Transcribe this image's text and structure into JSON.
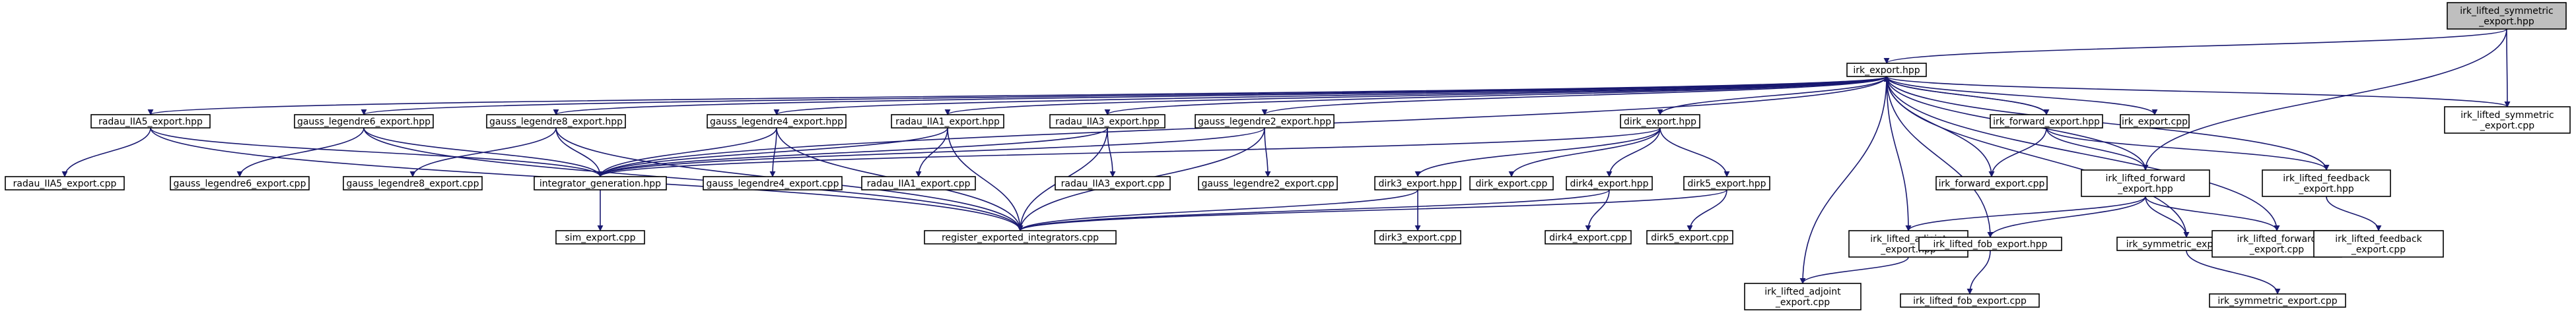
{
  "graph": {
    "nodes": [
      {
        "id": "root",
        "lines": [
          "irk_lifted_symmetric",
          "_export.hpp"
        ],
        "root": true
      },
      {
        "id": "irk_export_hpp",
        "lines": [
          "irk_export.hpp"
        ]
      },
      {
        "id": "irk_lifted_symmetric_export_cpp",
        "lines": [
          "irk_lifted_symmetric",
          "_export.cpp"
        ]
      },
      {
        "id": "irk_lifted_forward_export_hpp",
        "lines": [
          "irk_lifted_forward",
          "_export.hpp"
        ]
      },
      {
        "id": "radau_IIA5_export_hpp",
        "lines": [
          "radau_IIA5_export.hpp"
        ]
      },
      {
        "id": "gauss_legendre6_export_hpp",
        "lines": [
          "gauss_legendre6_export.hpp"
        ]
      },
      {
        "id": "gauss_legendre8_export_hpp",
        "lines": [
          "gauss_legendre8_export.hpp"
        ]
      },
      {
        "id": "gauss_legendre4_export_hpp",
        "lines": [
          "gauss_legendre4_export.hpp"
        ]
      },
      {
        "id": "radau_IIA1_export_hpp",
        "lines": [
          "radau_IIA1_export.hpp"
        ]
      },
      {
        "id": "radau_IIA3_export_hpp",
        "lines": [
          "radau_IIA3_export.hpp"
        ]
      },
      {
        "id": "gauss_legendre2_export_hpp",
        "lines": [
          "gauss_legendre2_export.hpp"
        ]
      },
      {
        "id": "dirk_export_hpp",
        "lines": [
          "dirk_export.hpp"
        ]
      },
      {
        "id": "irk_forward_export_hpp",
        "lines": [
          "irk_forward_export.hpp"
        ]
      },
      {
        "id": "irk_export_cpp",
        "lines": [
          "irk_export.cpp"
        ]
      },
      {
        "id": "radau_IIA5_export_cpp",
        "lines": [
          "radau_IIA5_export.cpp"
        ]
      },
      {
        "id": "gauss_legendre6_export_cpp",
        "lines": [
          "gauss_legendre6_export.cpp"
        ]
      },
      {
        "id": "gauss_legendre8_export_cpp",
        "lines": [
          "gauss_legendre8_export.cpp"
        ]
      },
      {
        "id": "integrator_generation_hpp",
        "lines": [
          "integrator_generation.hpp"
        ]
      },
      {
        "id": "gauss_legendre4_export_cpp",
        "lines": [
          "gauss_legendre4_export.cpp"
        ]
      },
      {
        "id": "radau_IIA1_export_cpp",
        "lines": [
          "radau_IIA1_export.cpp"
        ]
      },
      {
        "id": "radau_IIA3_export_cpp",
        "lines": [
          "radau_IIA3_export.cpp"
        ]
      },
      {
        "id": "gauss_legendre2_export_cpp",
        "lines": [
          "gauss_legendre2_export.cpp"
        ]
      },
      {
        "id": "dirk3_export_hpp",
        "lines": [
          "dirk3_export.hpp"
        ]
      },
      {
        "id": "dirk_export_cpp",
        "lines": [
          "dirk_export.cpp"
        ]
      },
      {
        "id": "dirk4_export_hpp",
        "lines": [
          "dirk4_export.hpp"
        ]
      },
      {
        "id": "dirk5_export_hpp",
        "lines": [
          "dirk5_export.hpp"
        ]
      },
      {
        "id": "irk_forward_export_cpp",
        "lines": [
          "irk_forward_export.cpp"
        ]
      },
      {
        "id": "irk_lifted_feedback_export_hpp",
        "lines": [
          "irk_lifted_feedback",
          "_export.hpp"
        ]
      },
      {
        "id": "sim_export_cpp",
        "lines": [
          "sim_export.cpp"
        ]
      },
      {
        "id": "register_exported_integrators_cpp",
        "lines": [
          "register_exported_integrators.cpp"
        ]
      },
      {
        "id": "dirk3_export_cpp",
        "lines": [
          "dirk3_export.cpp"
        ]
      },
      {
        "id": "dirk4_export_cpp",
        "lines": [
          "dirk4_export.cpp"
        ]
      },
      {
        "id": "dirk5_export_cpp",
        "lines": [
          "dirk5_export.cpp"
        ]
      },
      {
        "id": "irk_lifted_adjoint_export_hpp",
        "lines": [
          "irk_lifted_adjoint",
          "_export.hpp"
        ]
      },
      {
        "id": "irk_lifted_fob_export_hpp",
        "lines": [
          "irk_lifted_fob_export.hpp"
        ]
      },
      {
        "id": "irk_symmetric_export_hpp",
        "lines": [
          "irk_symmetric_export.hpp"
        ]
      },
      {
        "id": "irk_lifted_forward_export_cpp",
        "lines": [
          "irk_lifted_forward",
          "_export.cpp"
        ]
      },
      {
        "id": "irk_lifted_feedback_export_cpp",
        "lines": [
          "irk_lifted_feedback",
          "_export.cpp"
        ]
      },
      {
        "id": "irk_lifted_adjoint_export_cpp",
        "lines": [
          "irk_lifted_adjoint",
          "_export.cpp"
        ]
      },
      {
        "id": "irk_lifted_fob_export_cpp",
        "lines": [
          "irk_lifted_fob_export.cpp"
        ]
      },
      {
        "id": "irk_symmetric_export_cpp",
        "lines": [
          "irk_symmetric_export.cpp"
        ]
      }
    ],
    "edges": [
      [
        "root",
        "irk_export_hpp"
      ],
      [
        "root",
        "irk_lifted_symmetric_export_cpp"
      ],
      [
        "root",
        "irk_lifted_forward_export_hpp"
      ],
      [
        "irk_export_hpp",
        "radau_IIA5_export_hpp"
      ],
      [
        "irk_export_hpp",
        "gauss_legendre6_export_hpp"
      ],
      [
        "irk_export_hpp",
        "gauss_legendre8_export_hpp"
      ],
      [
        "irk_export_hpp",
        "gauss_legendre4_export_hpp"
      ],
      [
        "irk_export_hpp",
        "radau_IIA1_export_hpp"
      ],
      [
        "irk_export_hpp",
        "radau_IIA3_export_hpp"
      ],
      [
        "irk_export_hpp",
        "gauss_legendre2_export_hpp"
      ],
      [
        "irk_export_hpp",
        "dirk_export_hpp"
      ],
      [
        "irk_export_hpp",
        "integrator_generation_hpp"
      ],
      [
        "irk_export_hpp",
        "irk_forward_export_hpp"
      ],
      [
        "irk_export_hpp",
        "irk_export_cpp"
      ],
      [
        "irk_export_hpp",
        "irk_forward_export_cpp"
      ],
      [
        "irk_export_hpp",
        "irk_lifted_forward_export_hpp"
      ],
      [
        "irk_export_hpp",
        "irk_lifted_feedback_export_hpp"
      ],
      [
        "irk_export_hpp",
        "irk_lifted_symmetric_export_cpp"
      ],
      [
        "irk_export_hpp",
        "irk_lifted_adjoint_export_hpp"
      ],
      [
        "irk_export_hpp",
        "irk_lifted_fob_export_hpp"
      ],
      [
        "irk_export_hpp",
        "irk_symmetric_export_hpp"
      ],
      [
        "irk_export_hpp",
        "irk_lifted_forward_export_cpp"
      ],
      [
        "irk_export_hpp",
        "irk_lifted_adjoint_export_cpp"
      ],
      [
        "irk_forward_export_hpp",
        "irk_export_hpp"
      ],
      [
        "radau_IIA5_export_hpp",
        "radau_IIA5_export_cpp"
      ],
      [
        "radau_IIA5_export_hpp",
        "integrator_generation_hpp"
      ],
      [
        "radau_IIA5_export_hpp",
        "register_exported_integrators_cpp"
      ],
      [
        "gauss_legendre6_export_hpp",
        "gauss_legendre6_export_cpp"
      ],
      [
        "gauss_legendre6_export_hpp",
        "integrator_generation_hpp"
      ],
      [
        "gauss_legendre6_export_hpp",
        "register_exported_integrators_cpp"
      ],
      [
        "gauss_legendre8_export_hpp",
        "gauss_legendre8_export_cpp"
      ],
      [
        "gauss_legendre8_export_hpp",
        "integrator_generation_hpp"
      ],
      [
        "gauss_legendre8_export_hpp",
        "register_exported_integrators_cpp"
      ],
      [
        "gauss_legendre4_export_hpp",
        "gauss_legendre4_export_cpp"
      ],
      [
        "gauss_legendre4_export_hpp",
        "integrator_generation_hpp"
      ],
      [
        "gauss_legendre4_export_hpp",
        "register_exported_integrators_cpp"
      ],
      [
        "radau_IIA1_export_hpp",
        "radau_IIA1_export_cpp"
      ],
      [
        "radau_IIA1_export_hpp",
        "integrator_generation_hpp"
      ],
      [
        "radau_IIA1_export_hpp",
        "register_exported_integrators_cpp"
      ],
      [
        "radau_IIA3_export_hpp",
        "radau_IIA3_export_cpp"
      ],
      [
        "radau_IIA3_export_hpp",
        "integrator_generation_hpp"
      ],
      [
        "radau_IIA3_export_hpp",
        "register_exported_integrators_cpp"
      ],
      [
        "gauss_legendre2_export_hpp",
        "gauss_legendre2_export_cpp"
      ],
      [
        "gauss_legendre2_export_hpp",
        "integrator_generation_hpp"
      ],
      [
        "gauss_legendre2_export_hpp",
        "register_exported_integrators_cpp"
      ],
      [
        "dirk_export_hpp",
        "dirk3_export_hpp"
      ],
      [
        "dirk_export_hpp",
        "dirk_export_cpp"
      ],
      [
        "dirk_export_hpp",
        "dirk4_export_hpp"
      ],
      [
        "dirk_export_hpp",
        "dirk5_export_hpp"
      ],
      [
        "dirk_export_hpp",
        "integrator_generation_hpp"
      ],
      [
        "dirk3_export_hpp",
        "dirk3_export_cpp"
      ],
      [
        "dirk3_export_hpp",
        "register_exported_integrators_cpp"
      ],
      [
        "dirk4_export_hpp",
        "dirk4_export_cpp"
      ],
      [
        "dirk4_export_hpp",
        "register_exported_integrators_cpp"
      ],
      [
        "dirk5_export_hpp",
        "dirk5_export_cpp"
      ],
      [
        "dirk5_export_hpp",
        "register_exported_integrators_cpp"
      ],
      [
        "integrator_generation_hpp",
        "sim_export_cpp"
      ],
      [
        "irk_forward_export_hpp",
        "irk_forward_export_cpp"
      ],
      [
        "irk_forward_export_hpp",
        "irk_lifted_forward_export_hpp"
      ],
      [
        "irk_forward_export_hpp",
        "irk_lifted_feedback_export_hpp"
      ],
      [
        "irk_lifted_forward_export_hpp",
        "irk_lifted_adjoint_export_hpp"
      ],
      [
        "irk_lifted_forward_export_hpp",
        "irk_lifted_fob_export_hpp"
      ],
      [
        "irk_lifted_forward_export_hpp",
        "irk_symmetric_export_hpp"
      ],
      [
        "irk_lifted_forward_export_hpp",
        "irk_lifted_forward_export_cpp"
      ],
      [
        "irk_lifted_feedback_export_hpp",
        "irk_lifted_feedback_export_cpp"
      ],
      [
        "irk_lifted_adjoint_export_hpp",
        "irk_lifted_adjoint_export_cpp"
      ],
      [
        "irk_lifted_fob_export_hpp",
        "irk_lifted_fob_export_cpp"
      ],
      [
        "irk_symmetric_export_hpp",
        "irk_symmetric_export_cpp"
      ]
    ]
  }
}
